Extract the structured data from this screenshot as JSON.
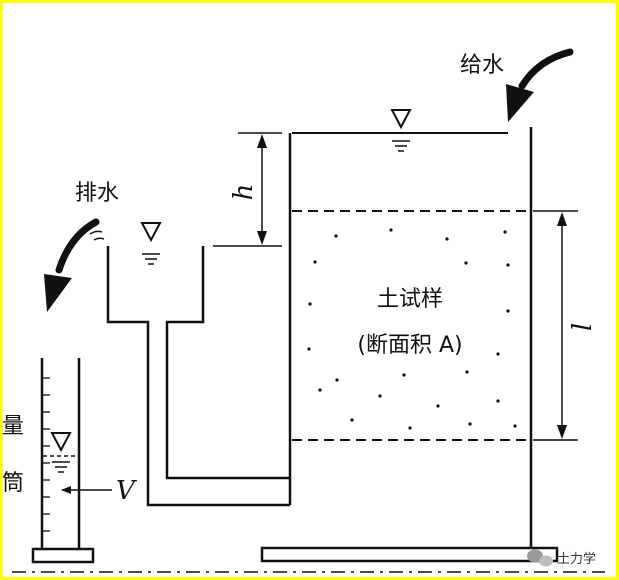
{
  "labels": {
    "supply": "给水",
    "drain": "排水",
    "sample_line1": "土试样",
    "sample_line2": "(断面积 A)",
    "cylinder_char1": "量",
    "cylinder_char2": "筒",
    "head": "h",
    "length": "l",
    "volume": "V"
  },
  "watermark": {
    "text": "土力学",
    "icon": "wechat-icon"
  },
  "colors": {
    "frame": "#ffff00",
    "ink": "#111111",
    "background": "#ffffff"
  }
}
